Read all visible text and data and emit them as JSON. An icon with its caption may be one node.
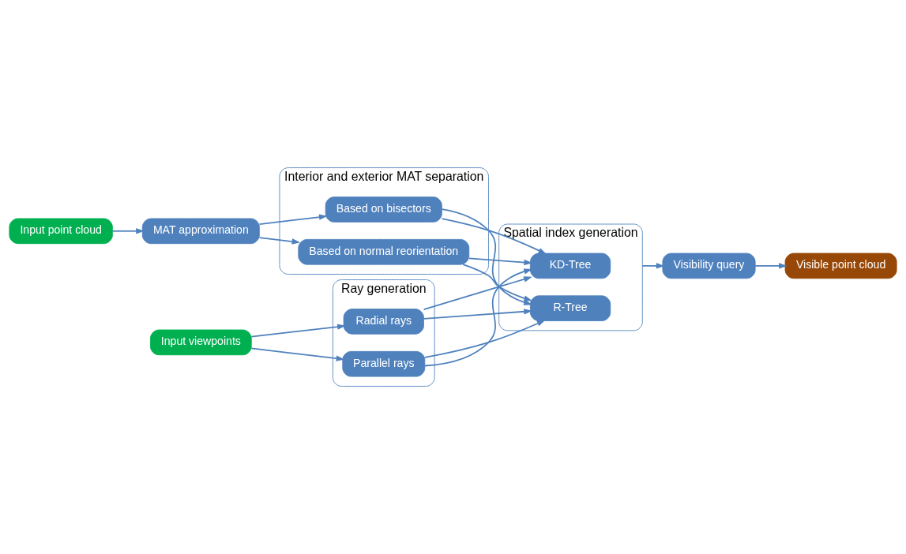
{
  "diagram": {
    "nodes": [
      {
        "text": [
          "Input point cloud"
        ]
      },
      {
        "text": [
          "MAT approximation"
        ]
      },
      {
        "text": [
          "Interior and exterior MAT separation"
        ]
      },
      {
        "text": [
          "Based on bisectors"
        ],
        "in": 2
      },
      {
        "text": [
          "Based on normal reorientation"
        ],
        "in": 2
      },
      {
        "text": [
          "Input viewpoints"
        ]
      },
      {
        "text": [
          "Ray generation"
        ]
      },
      {
        "text": [
          "Radial rays"
        ],
        "in": 6
      },
      {
        "text": [
          "Parallel rays"
        ],
        "in": 6
      },
      {
        "text": [
          "Spatial index generation"
        ]
      },
      {
        "text": [
          "KD-Tree"
        ],
        "in": 9
      },
      {
        "text": [
          "R-Tree"
        ],
        "in": 9
      },
      {
        "text": [
          "Visibility query"
        ]
      },
      {
        "text": [
          "Visible point cloud"
        ]
      }
    ],
    "edges": [
      {
        "from": 0,
        "to": 1,
        "arrow": "to"
      },
      {
        "from": 1,
        "to": 3,
        "arrow": "to"
      },
      {
        "from": 1,
        "to": 4,
        "arrow": "to"
      },
      {
        "from": 5,
        "to": 7,
        "arrow": "to"
      },
      {
        "from": 5,
        "to": 8,
        "arrow": "to"
      },
      {
        "from": 3,
        "to": 10,
        "arrow": "to"
      },
      {
        "from": 3,
        "to": 11,
        "arrow": "to"
      },
      {
        "from": 4,
        "to": 10,
        "arrow": "to"
      },
      {
        "from": 4,
        "to": 11,
        "arrow": "to"
      },
      {
        "from": 7,
        "to": 10,
        "arrow": "to"
      },
      {
        "from": 7,
        "to": 11,
        "arrow": "to"
      },
      {
        "from": 8,
        "to": 10,
        "arrow": "to"
      },
      {
        "from": 8,
        "to": 11,
        "arrow": "to"
      },
      {
        "from": 9,
        "to": 12,
        "arrow": "to"
      },
      {
        "from": 12,
        "to": 13,
        "arrow": "to"
      }
    ]
  }
}
